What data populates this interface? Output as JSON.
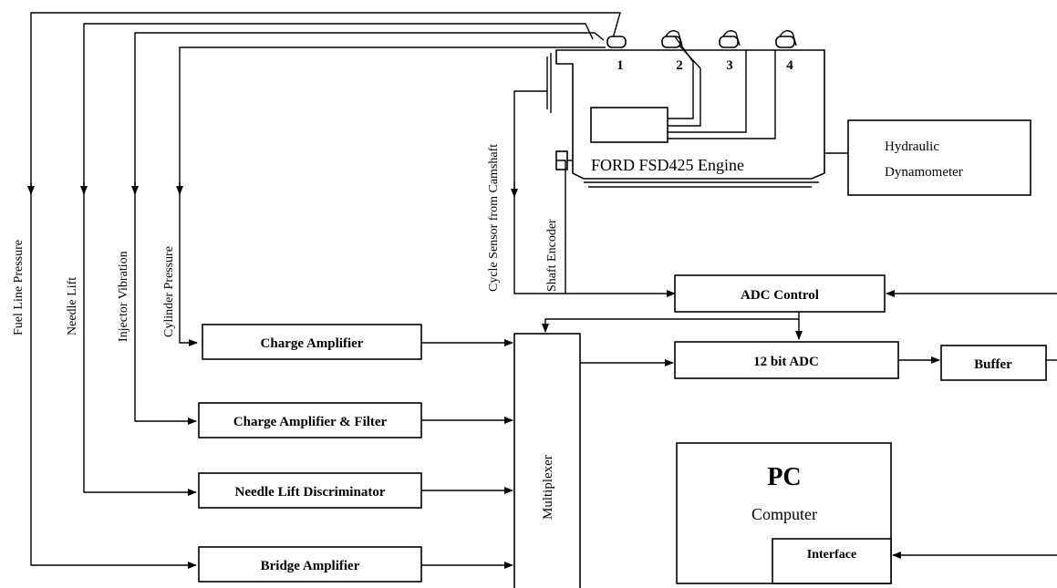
{
  "signals": {
    "fuel_line_pressure": "Fuel Line Pressure",
    "needle_lift": "Needle Lift",
    "injector_vibration": "Injector Vibration",
    "cylinder_pressure": "Cylinder Pressure",
    "cycle_sensor": "Cycle Sensor from Camshaft",
    "shaft_encoder": "Shaft Encoder"
  },
  "engine": {
    "label": "FORD FSD425 Engine",
    "cylinders": [
      "1",
      "2",
      "3",
      "4"
    ]
  },
  "dynamometer": {
    "line1": "Hydraulic",
    "line2": "Dynamometer"
  },
  "blocks": {
    "charge_amplifier": "Charge Amplifier",
    "charge_amplifier_filter": "Charge Amplifier & Filter",
    "needle_lift_discriminator": "Needle Lift Discriminator",
    "bridge_amplifier": "Bridge Amplifier",
    "multiplexer": "Multiplexer",
    "adc_control": "ADC Control",
    "adc": "12  bit  ADC",
    "buffer": "Buffer",
    "pc_title": "PC",
    "pc_subtitle": "Computer",
    "interface": "Interface"
  }
}
